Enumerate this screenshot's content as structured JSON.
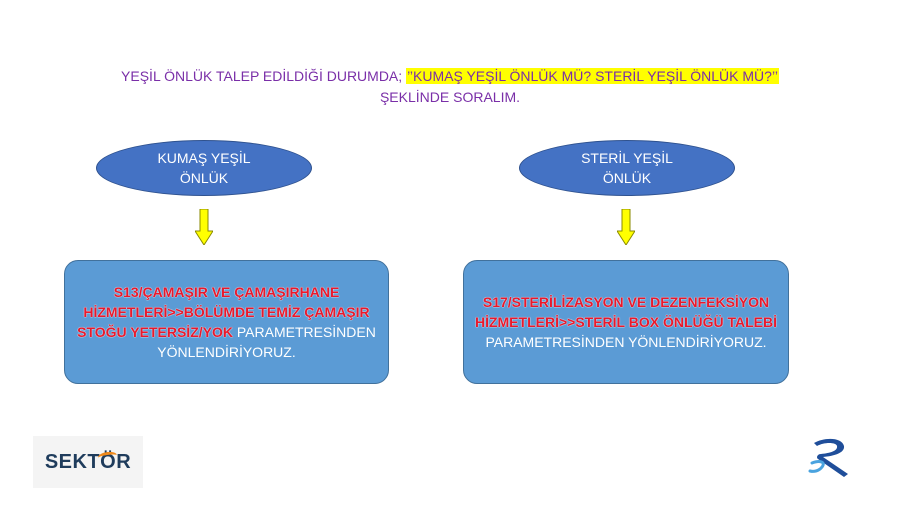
{
  "heading": {
    "line1_prefix": "YEŞİL ÖNLÜK TALEP EDİLDİĞİ DURUMDA; ",
    "line1_highlight": "’’KUMAŞ YEŞİL ÖNLÜK MÜ? STERİL YEŞİL ÖNLÜK MÜ?’’",
    "line2": "ŞEKLİNDE SORALIM."
  },
  "left": {
    "ellipse_line1": "KUMAŞ YEŞİL",
    "ellipse_line2": "ÖNLÜK",
    "box_red": "S13/ÇAMAŞIR VE ÇAMAŞIRHANE HİZMETLERİ>>BÖLÜMDE TEMİZ ÇAMAŞIR STOĞU YETERSİZ/YOK",
    "box_plain": " PARAMETRESİNDEN YÖNLENDİRİYORUZ."
  },
  "right": {
    "ellipse_line1": "STERİL YEŞİL",
    "ellipse_line2": "ÖNLÜK",
    "box_red": "S17/STERİLİZASYON VE DEZENFEKSİYON HİZMETLERİ>>STERİL BOX ÖNLÜĞÜ TALEBİ",
    "box_plain": " PARAMETRESİNDEN YÖNLENDİRİYORUZ."
  },
  "logo": {
    "text_before_o": "SEKT",
    "text_o": "Ö",
    "text_after_o": "R"
  },
  "colors": {
    "heading_text": "#7a2fa8",
    "highlight": "#ffff00",
    "ellipse_fill": "#4472c4",
    "box_fill": "#5b9bd5",
    "red_text": "#e8192c",
    "arrow_fill": "#ffff00",
    "logo_navy": "#1f3c5c",
    "logo_orange": "#f08a1c"
  },
  "icons": {
    "arrow": "down-arrow-icon",
    "corner_logo": "r-swirl-logo-icon"
  }
}
